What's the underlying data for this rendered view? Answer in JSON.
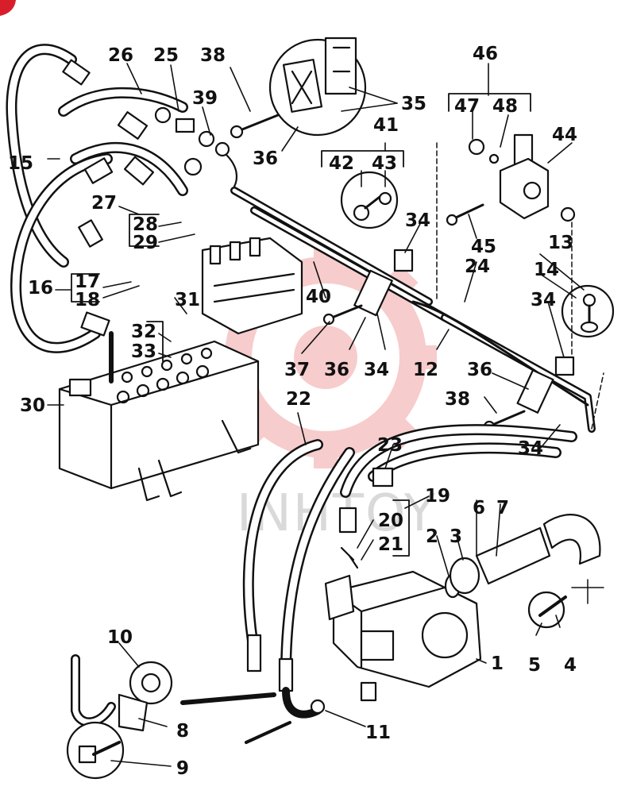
{
  "diagram": {
    "colors": {
      "ink": "#111111",
      "watermark": "#f2a3a3",
      "corner_mark": "#d81e2a"
    },
    "watermark_label": "INHTOY",
    "callouts": {
      "c1": "1",
      "c2": "2",
      "c3": "3",
      "c4": "4",
      "c5": "5",
      "c6": "6",
      "c7": "7",
      "c8": "8",
      "c9": "9",
      "c10": "10",
      "c11": "11",
      "c12": "12",
      "c13": "13",
      "c14": "14",
      "c15": "15",
      "c16": "16",
      "c17": "17",
      "c18": "18",
      "c19": "19",
      "c20": "20",
      "c21": "21",
      "c22": "22",
      "c23": "23",
      "c24": "24",
      "c25": "25",
      "c26": "26",
      "c27": "27",
      "c28": "28",
      "c29": "29",
      "c30": "30",
      "c31": "31",
      "c32": "32",
      "c33": "33",
      "c34a": "34",
      "c34b": "34",
      "c34c": "34",
      "c34d": "34",
      "c35": "35",
      "c36a": "36",
      "c36b": "36",
      "c36c": "36",
      "c37": "37",
      "c38a": "38",
      "c38b": "38",
      "c39": "39",
      "c40": "40",
      "c41": "41",
      "c42": "42",
      "c43": "43",
      "c44": "44",
      "c45": "45",
      "c46": "46",
      "c47": "47",
      "c48": "48"
    }
  }
}
